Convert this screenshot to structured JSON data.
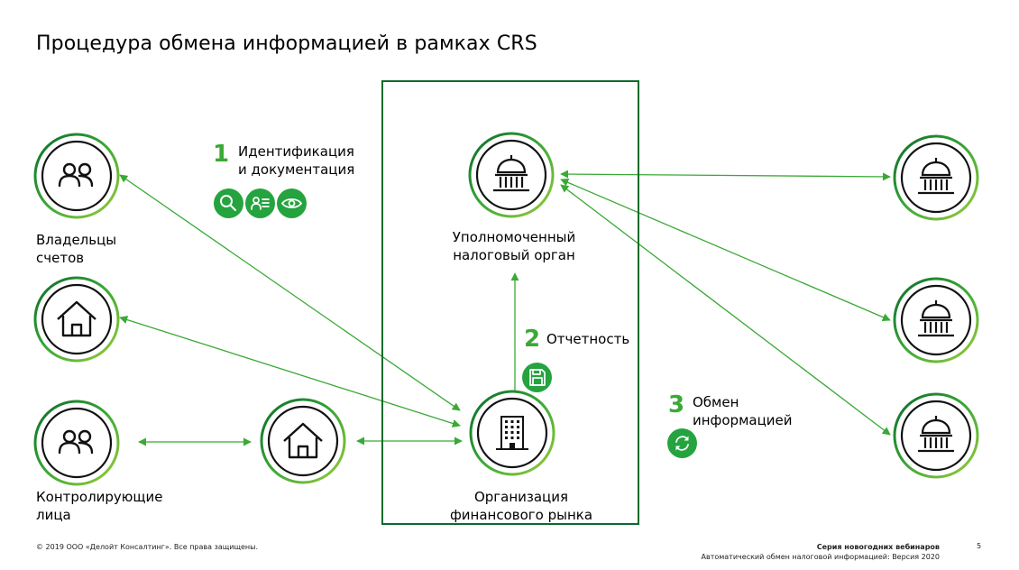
{
  "title": "Процедура обмена информацией в рамках CRS",
  "nodes": {
    "account_holders": "Владельцы счетов",
    "controlling_persons": "Контролирующие лица",
    "tax_authority_line1": "Уполномоченный",
    "tax_authority_line2": "налоговый орган",
    "financial_org_line1": "Организация",
    "financial_org_line2": "финансового рынка"
  },
  "steps": {
    "step1_num": "1",
    "step1_line1": "Идентификация",
    "step1_line2": "и документация",
    "step2_num": "2",
    "step2_label": "Отчетность",
    "step3_num": "3",
    "step3_line1": "Обмен",
    "step3_line2": "информацией"
  },
  "icons": [
    "people-icon",
    "house-icon",
    "government-building-icon",
    "office-building-icon",
    "search-icon",
    "person-list-icon",
    "eye-icon",
    "save-icon",
    "refresh-icon"
  ],
  "colors": {
    "accent": "#3aa935",
    "dark_green": "#0b6b2b",
    "badge": "#24a33f"
  },
  "footer": {
    "copyright": "© 2019 ООО «Делойт Консалтинг». Все права защищены.",
    "series": "Серия новогодних вебинаров",
    "subtitle": "Автоматический обмен налоговой информацией: Версия 2020",
    "page": "5"
  }
}
